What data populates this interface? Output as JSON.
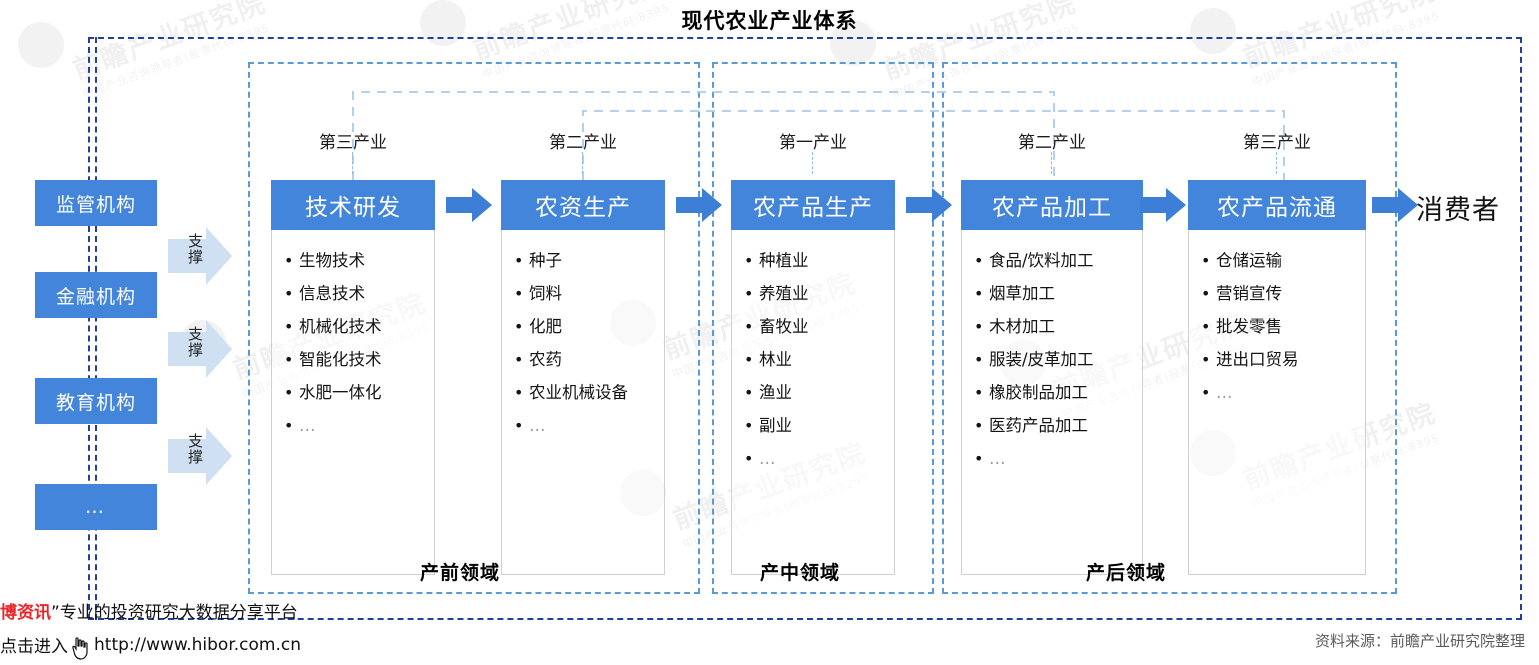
{
  "title": "现代农业产业体系",
  "colors": {
    "brand_blue": "#4285db",
    "outer_frame": "#21409a",
    "section_frame": "#5b9bd5",
    "support_arrow": "#cfe0f3",
    "footer_red": "#e8262b"
  },
  "sidebar": {
    "items": [
      {
        "label": "监管机构"
      },
      {
        "label": "金融机构"
      },
      {
        "label": "教育机构"
      },
      {
        "label": "…"
      }
    ],
    "support_arrows": [
      {
        "label": "支撑"
      },
      {
        "label": "支撑"
      },
      {
        "label": "支撑"
      }
    ]
  },
  "chain": {
    "cards": [
      {
        "tier": "第三产业",
        "title": "技术研发",
        "items": [
          "生物技术",
          "信息技术",
          "机械化技术",
          "智能化技术",
          "水肥一体化",
          "…"
        ]
      },
      {
        "tier": "第二产业",
        "title": "农资生产",
        "items": [
          "种子",
          "饲料",
          "化肥",
          "农药",
          "农业机械设备",
          "…"
        ]
      },
      {
        "tier": "第一产业",
        "title": "农产品生产",
        "items": [
          "种植业",
          "养殖业",
          "畜牧业",
          "林业",
          "渔业",
          "副业",
          "…"
        ]
      },
      {
        "tier": "第二产业",
        "title": "农产品加工",
        "items": [
          "食品/饮料加工",
          "烟草加工",
          "木材加工",
          "服装/皮革加工",
          "橡胶制品加工",
          "医药产品加工",
          "…"
        ]
      },
      {
        "tier": "第三产业",
        "title": "农产品流通",
        "items": [
          "仓储运输",
          "营销宣传",
          "批发零售",
          "进出口贸易",
          "…"
        ]
      }
    ],
    "terminal": "消费者"
  },
  "sections": [
    {
      "label": "产前领域"
    },
    {
      "label": "产中领域"
    },
    {
      "label": "产后领域"
    }
  ],
  "footer": {
    "brand": "博资讯",
    "quote_mark": "”",
    "tagline": "专业的投资研究大数据分享平台",
    "enter_text": "点击进入",
    "url": "http://www.hibor.com.cn",
    "source": "资料来源：前瞻产业研究院整理"
  },
  "watermark": {
    "main": "前瞻产业研究院",
    "sub": "中国产业咨询领导者(股票代码:8395"
  }
}
